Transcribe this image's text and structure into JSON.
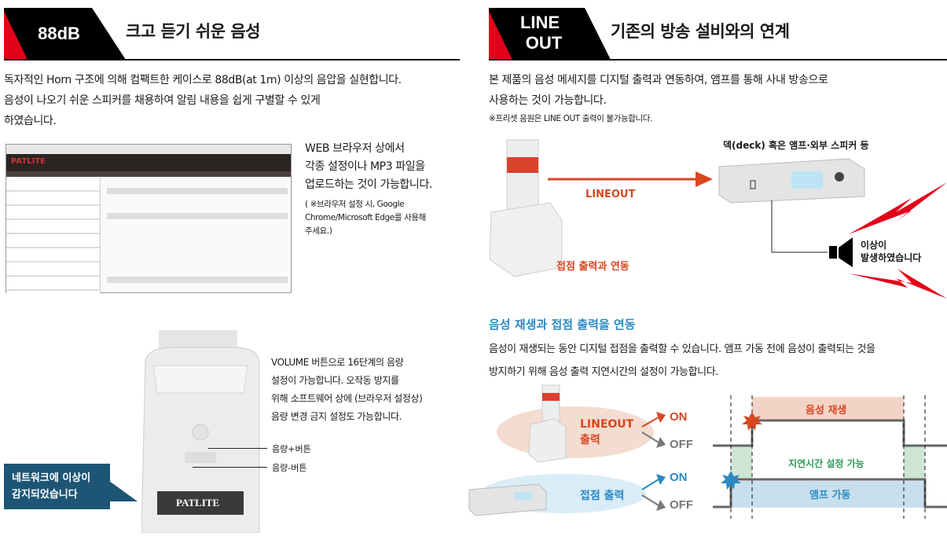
{
  "left": {
    "badge": "88dB",
    "title": "크고 듣기 쉬운 음성",
    "intro": [
      "독자적인 Horn 구조에 의해 컴팩트한 케이스로 88dB(at 1m) 이상의 음압을 실현합니다.",
      "음성이 나오기 쉬운 스피커를 채용하여 알림 내용을 쉽게 구별할 수 있게",
      "하였습니다."
    ],
    "browser_logo": "PATLITE",
    "web_text": [
      "WEB 브라우저 상에서",
      "각종 설정이나 MP3 파일을",
      "업로드하는 것이 가능합니다."
    ],
    "web_note": [
      "( ※브라우저 설정 시, Google",
      "Chrome/Microsoft Edge를 사용해",
      "주세요.)"
    ],
    "volume_text": [
      "VOLUME 버튼으로 16단계의 음량",
      "설정이 가능합니다. 오작동 방지를",
      "위해 소프트웨어 상에 (브라우저 설정상)",
      "음량 변경 금지 설정도 가능합니다."
    ],
    "vol_up": "음량+버튼",
    "vol_down": "음량-버튼",
    "product_logo": "PATLITE",
    "callout": [
      "네트워크에 이상이",
      "감지되었습니다"
    ]
  },
  "right": {
    "badge": [
      "LINE",
      "OUT"
    ],
    "title": "기존의 방송 설비와의 연계",
    "intro": [
      "본 제품의 음성 메세지를 디지털 출력과 연동하여, 앰프를 통해 사내 방송으로",
      "사용하는 것이 가능합니다."
    ],
    "note": "※프리셋 음원은 LINE OUT 출력이 불가능합니다.",
    "deck_label": "덱(deck) 혹은 앰프·외부 스피커 등",
    "arrow_label": "LINEOUT",
    "contact_label": "접점 출력과 연동",
    "speaker_text": [
      "이상이",
      "발생하였습니다"
    ],
    "section_title": "음성 재생과 접점 출력을 연동",
    "section_text": [
      "음성이 재생되는 동안 디지털 접점을 출력할 수 있습니다. 앰프 가동 전에 음성이 출력되는 것을",
      "방지하기 위해 음성 출력 지연시간의 설정이 가능합니다."
    ],
    "diagram": {
      "lineout_label": [
        "LINEOUT",
        "출력"
      ],
      "contact_label": "접점 출력",
      "on": "ON",
      "off": "OFF",
      "voice_play": "음성 재생",
      "delay": "지연시간 설정 가능",
      "amp_on": "앰프 가동"
    },
    "colors": {
      "accent_red": "#e2001a",
      "blue": "#2b8ac4",
      "orange": "#d9461f",
      "green": "#2f9a55"
    }
  }
}
